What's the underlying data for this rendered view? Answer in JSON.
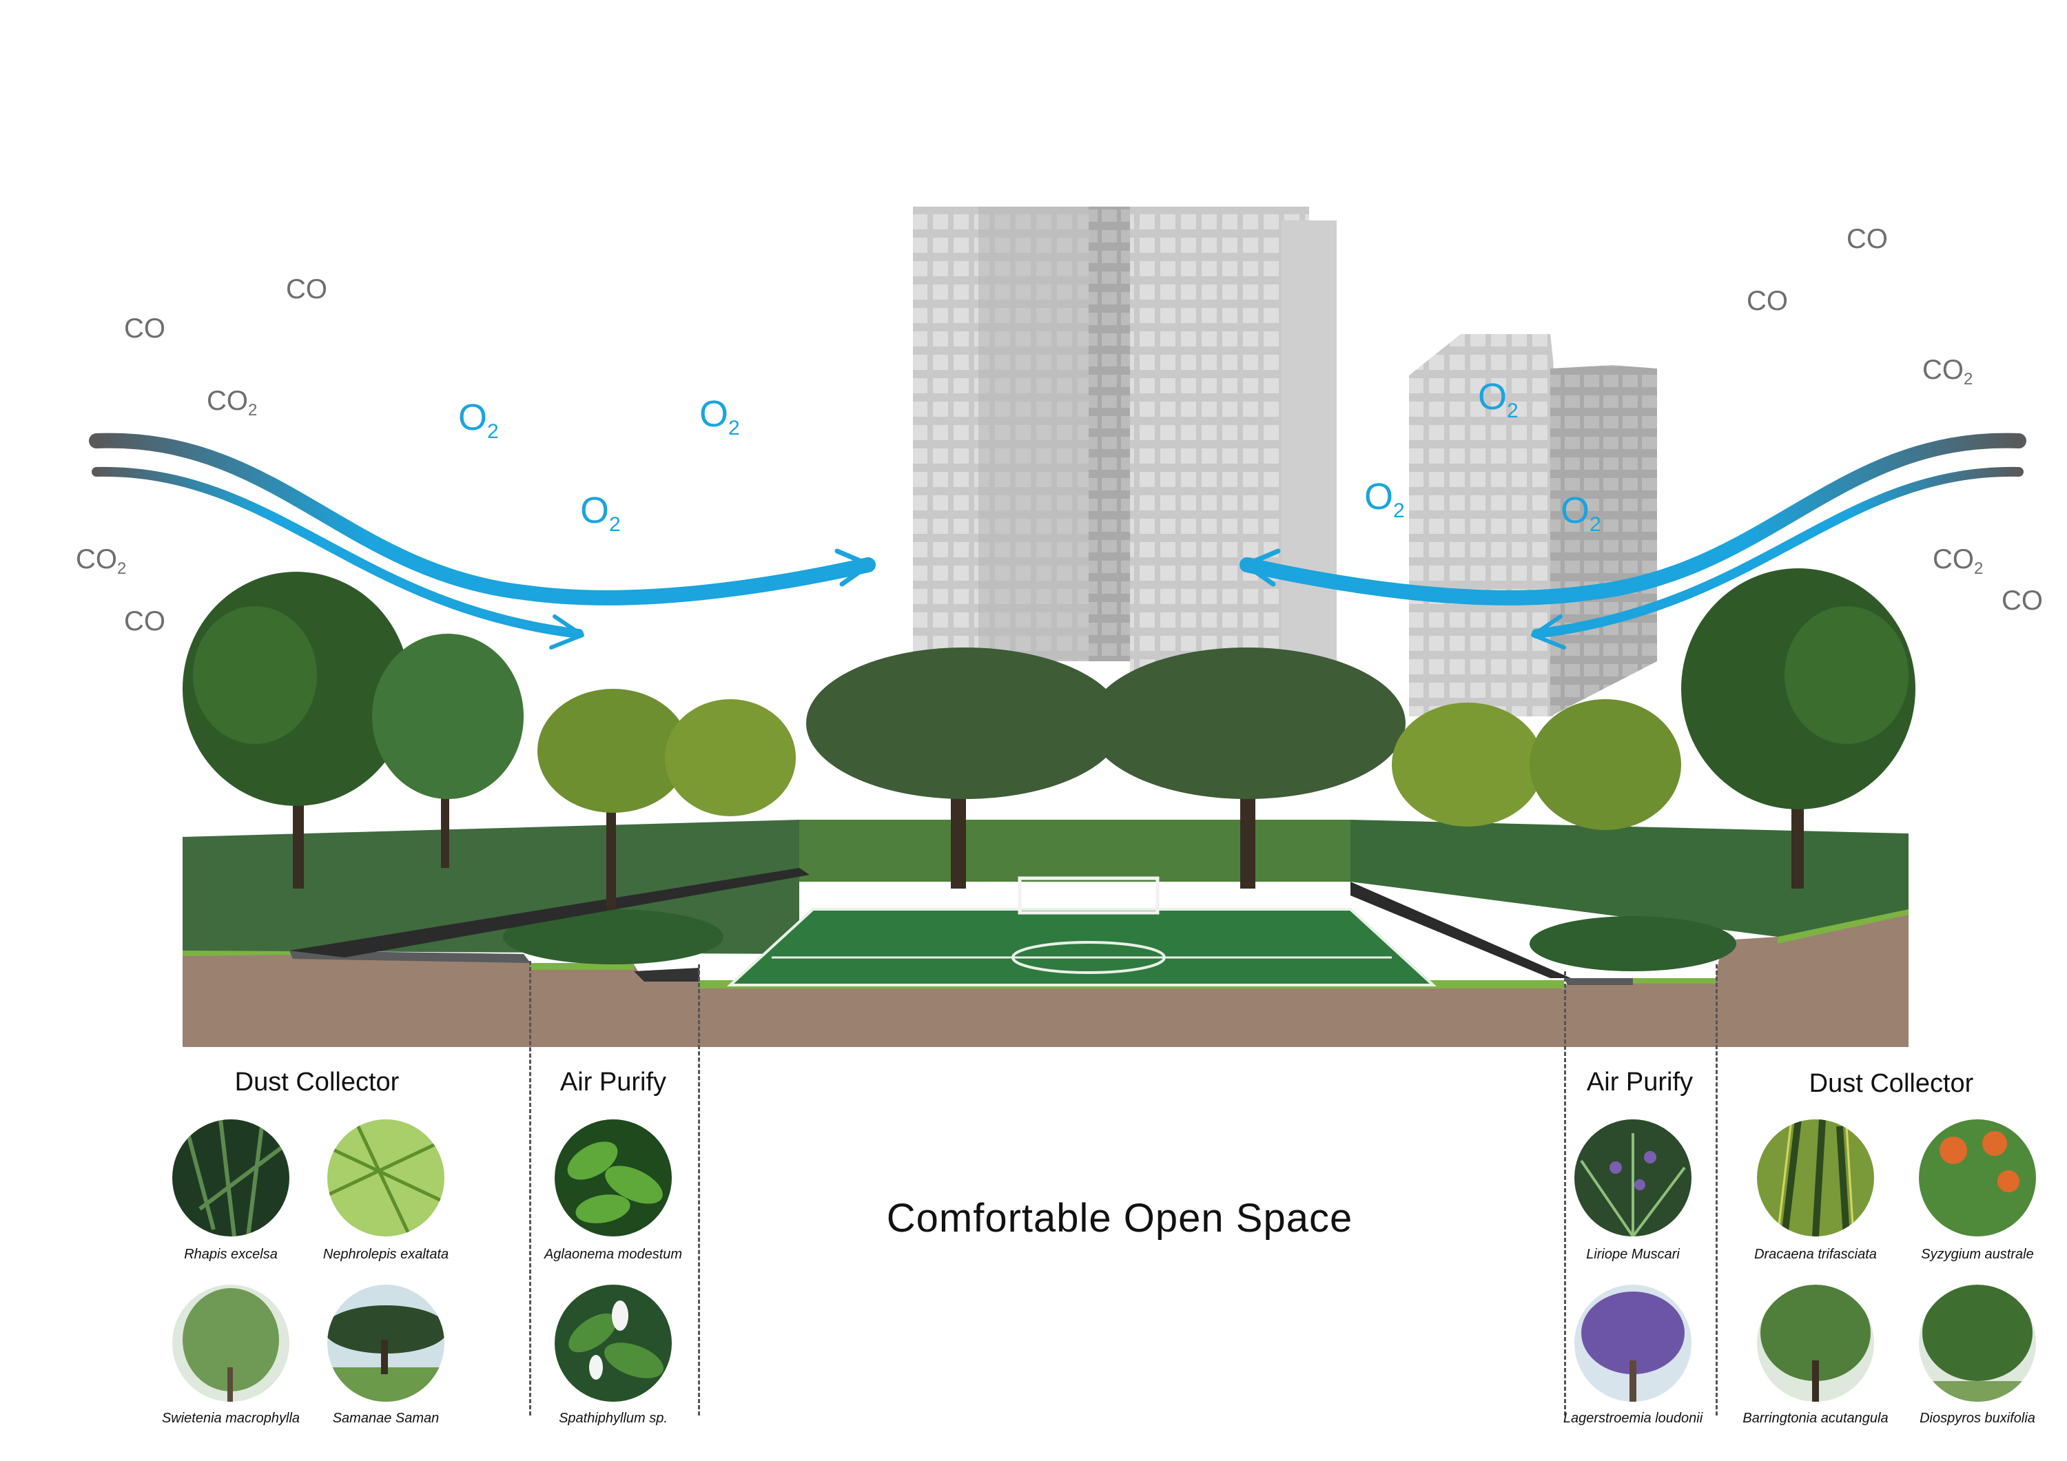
{
  "diagram": {
    "caption": "Comfortable  Open Space",
    "air": {
      "co_left": [
        "CO",
        "CO",
        "CO"
      ],
      "co2_left": [
        "CO",
        "CO"
      ],
      "co_right": [
        "CO",
        "CO",
        "CO"
      ],
      "co2_right": [
        "CO",
        "CO"
      ],
      "o2_symbol": "O",
      "o2_sub": "2",
      "co2_sub": "2"
    },
    "groups": {
      "left_dust": "Dust Collector",
      "left_air": "Air Purify",
      "right_air": "Air Purify",
      "right_dust": "Dust Collector"
    },
    "plants": {
      "rhapis": "Rhapis excelsa",
      "nephrolepis": "Nephrolepis exaltata",
      "swietenia": "Swietenia macrophylla",
      "samanae": "Samanae Saman",
      "aglaonema": "Aglaonema modestum",
      "spathiphyllum": "Spathiphyllum sp.",
      "liriope": "Liriope Muscari",
      "lagerstroemia": "Lagerstroemia loudonii",
      "dracaena": "Dracaena trifasciata",
      "syzygium": "Syzygium australe",
      "barringtonia": "Barringtonia acutangula",
      "diospyros": "Diospyros buxifolia"
    },
    "colors": {
      "o2": "#1ba4dd",
      "gas": "#6d6e71",
      "soil": "#9b8170",
      "grass": "#2f7a3f",
      "building": "#bdbdbd"
    }
  }
}
